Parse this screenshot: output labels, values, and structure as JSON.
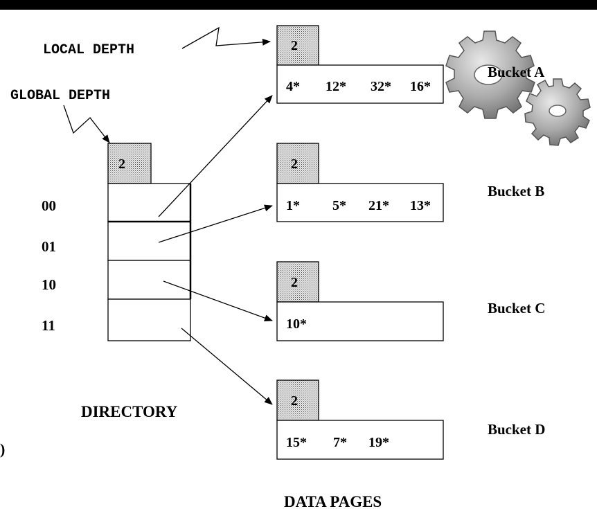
{
  "labels": {
    "local_depth": "LOCAL DEPTH",
    "global_depth": "GLOBAL DEPTH",
    "directory": "DIRECTORY",
    "data_pages": "DATA PAGES",
    "stray_mark": ")"
  },
  "directory": {
    "global_depth": "2",
    "entries": [
      {
        "key": "00"
      },
      {
        "key": "01"
      },
      {
        "key": "10"
      },
      {
        "key": "11"
      }
    ]
  },
  "buckets": [
    {
      "name": "Bucket A",
      "local_depth": "2",
      "items": [
        "4*",
        "12*",
        "32*",
        "16*"
      ]
    },
    {
      "name": "Bucket B",
      "local_depth": "2",
      "items": [
        "1*",
        "5*",
        "21*",
        "13*"
      ]
    },
    {
      "name": "Bucket C",
      "local_depth": "2",
      "items": [
        "10*"
      ]
    },
    {
      "name": "Bucket D",
      "local_depth": "2",
      "items": [
        "15*",
        "7*",
        "19*"
      ]
    }
  ],
  "colors": {
    "line": "#000000",
    "depth_box_fill": "#d9d9d9",
    "gear_fill": "#b0b0b0",
    "top_bar": "#000000"
  },
  "icons": {
    "decoration": "gears-icon"
  }
}
